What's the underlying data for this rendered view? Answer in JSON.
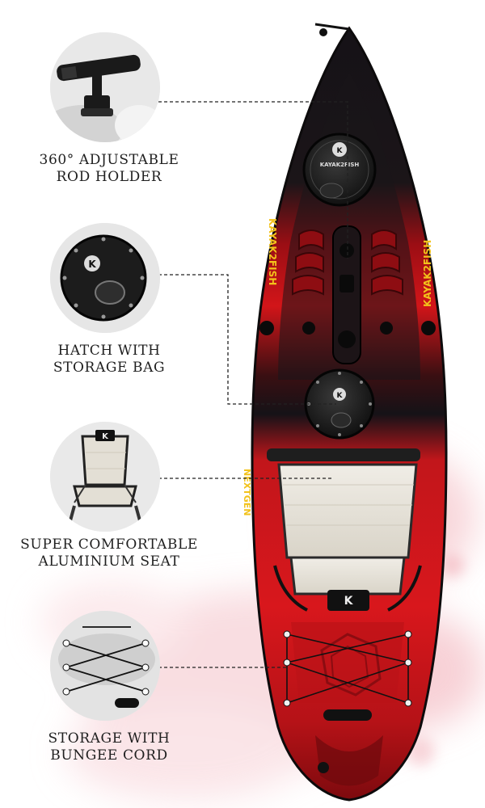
{
  "brand": {
    "wordmark": "KAYAK2FISH",
    "model": "NEXTGEN"
  },
  "features": [
    {
      "id": "rod-holder",
      "line1": "360° ADJUSTABLE",
      "line2": "ROD HOLDER"
    },
    {
      "id": "hatch",
      "line1": "HATCH WITH",
      "line2": "STORAGE BAG"
    },
    {
      "id": "seat",
      "line1": "SUPER COMFORTABLE",
      "line2": "ALUMINIUM SEAT"
    },
    {
      "id": "bungee",
      "line1": "STORAGE WITH",
      "line2": "BUNGEE CORD"
    }
  ],
  "colors": {
    "hull_red": "#d41419",
    "hull_dark_red": "#7d0a0e",
    "hull_black": "#151217",
    "seat_fabric": "#e4e0d6",
    "label_text": "#1f1f1f",
    "splash_pink": "#f4c7cd"
  }
}
